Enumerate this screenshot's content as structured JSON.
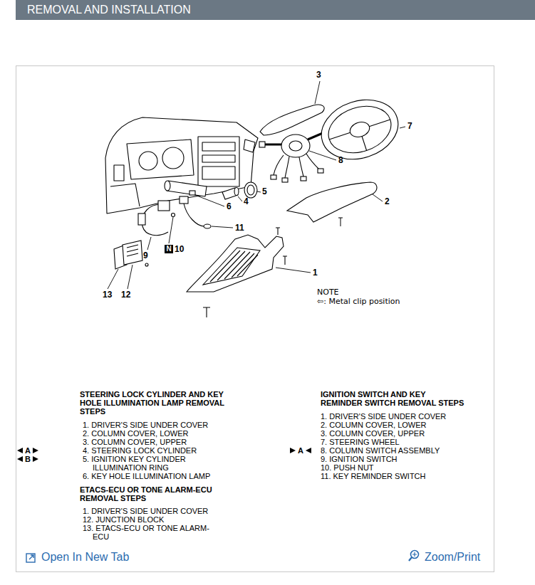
{
  "diagram": {
    "title": "REMOVAL AND INSTALLATION",
    "nodes": [
      {
        "text": [
          "N"
        ]
      }
    ],
    "labels": [
      "3",
      "7",
      "8",
      "5",
      "4",
      "2",
      "6",
      "11",
      "10",
      "9",
      "1",
      "13",
      "12",
      "NOTE",
      "⇦: Metal clip position",
      "STEERING LOCK CYLINDER AND KEY HOLE ILLUMINATION LAMP REMOVAL STEPS",
      "1. DRIVER'S SIDE UNDER COVER",
      "2. COLUMN COVER, LOWER",
      "3. COLUMN COVER, UPPER",
      "4. STEERING LOCK CYLINDER",
      "5. IGNITION KEY CYLINDER ILLUMINATION RING",
      "6. KEY HOLE ILLUMINATION LAMP",
      "A",
      "B",
      "ETACS-ECU OR TONE ALARM-ECU REMOVAL STEPS",
      "1. DRIVER'S SIDE UNDER COVER",
      "12. JUNCTION BLOCK",
      "13. ETACS-ECU OR TONE ALARM-ECU",
      "IGNITION SWITCH AND KEY REMINDER SWITCH REMOVAL STEPS",
      "1. DRIVER'S SIDE UNDER COVER",
      "2. COLUMN COVER, LOWER",
      "3. COLUMN COVER, UPPER",
      "7. STEERING WHEEL",
      "8. COLUMN SWITCH ASSEMBLY",
      "9. IGNITION SWITCH",
      "10. PUSH NUT",
      "11. KEY REMINDER SWITCH",
      "A",
      "Open In New Tab",
      "Zoom/Print"
    ]
  }
}
